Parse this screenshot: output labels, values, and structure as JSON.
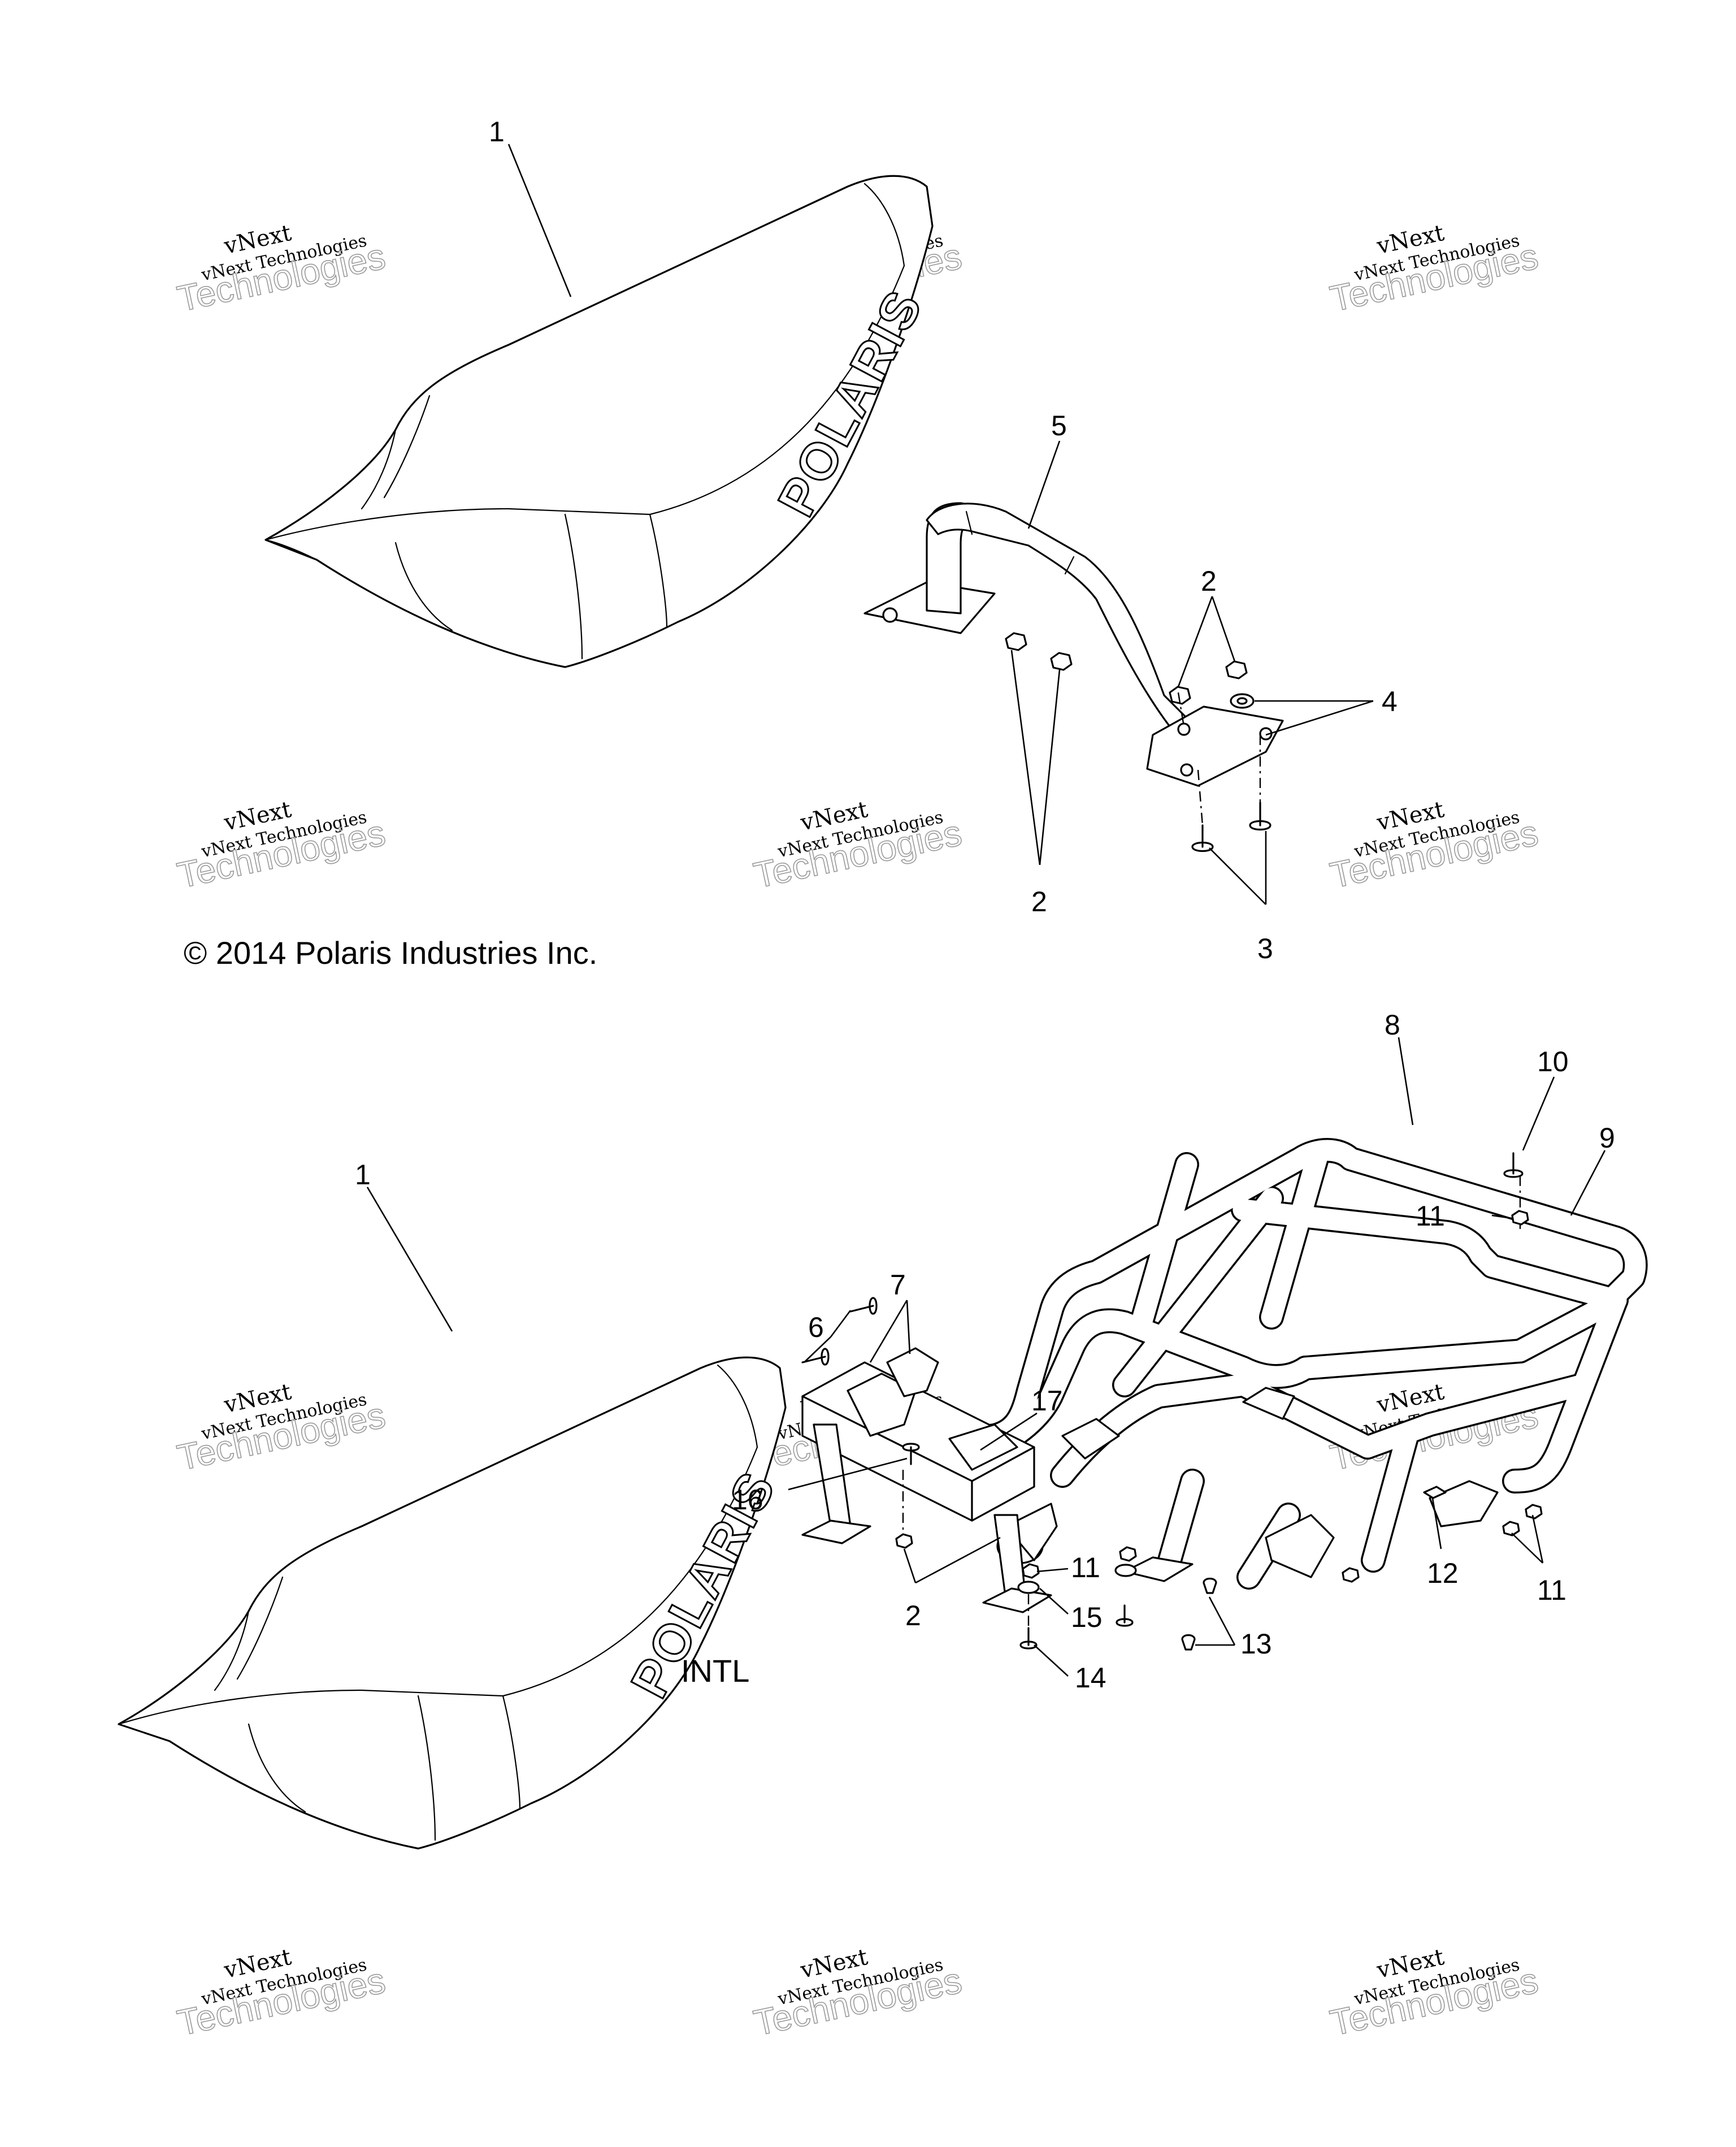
{
  "copyright": "© 2014 Polaris Industries Inc.",
  "variant_label": "INTL",
  "seat_logo": "POLARIS",
  "watermark": {
    "line1": "vNext",
    "line2": "vNext Technologies",
    "line3": "Technologies"
  },
  "callouts": {
    "upper_seat": "1",
    "upper_bracket": "5",
    "upper_nut_right": "2",
    "upper_washer": "4",
    "upper_nut_left": "2",
    "upper_bolt": "3",
    "lower_seat": "1",
    "rack_frame": "8",
    "screw_top": "10",
    "rack_tube": "9",
    "nut_top": "11",
    "bracket_hinge": "7",
    "bolt_left": "6",
    "hinge_plate": "17",
    "pin": "16",
    "nut_front": "2",
    "nut_mid": "11",
    "washer_mid": "15",
    "bolt_bottom": "14",
    "rivet": "13",
    "clip": "12",
    "nut_right": "11"
  }
}
